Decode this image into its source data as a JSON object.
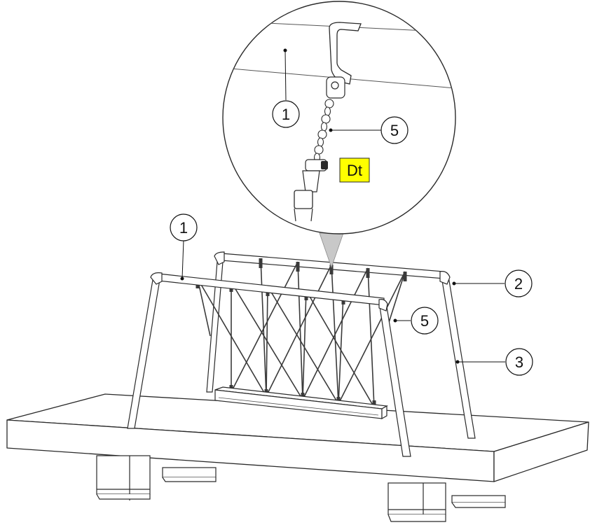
{
  "callouts": {
    "main_1": "1",
    "main_2": "2",
    "main_3": "3",
    "main_5": "5",
    "detail_1": "1",
    "detail_5": "5"
  },
  "detail_tag": "Dt",
  "colors": {
    "line": "#2a2a2a",
    "tag_fill": "#ffff00",
    "strap": "#3a3a3a"
  }
}
